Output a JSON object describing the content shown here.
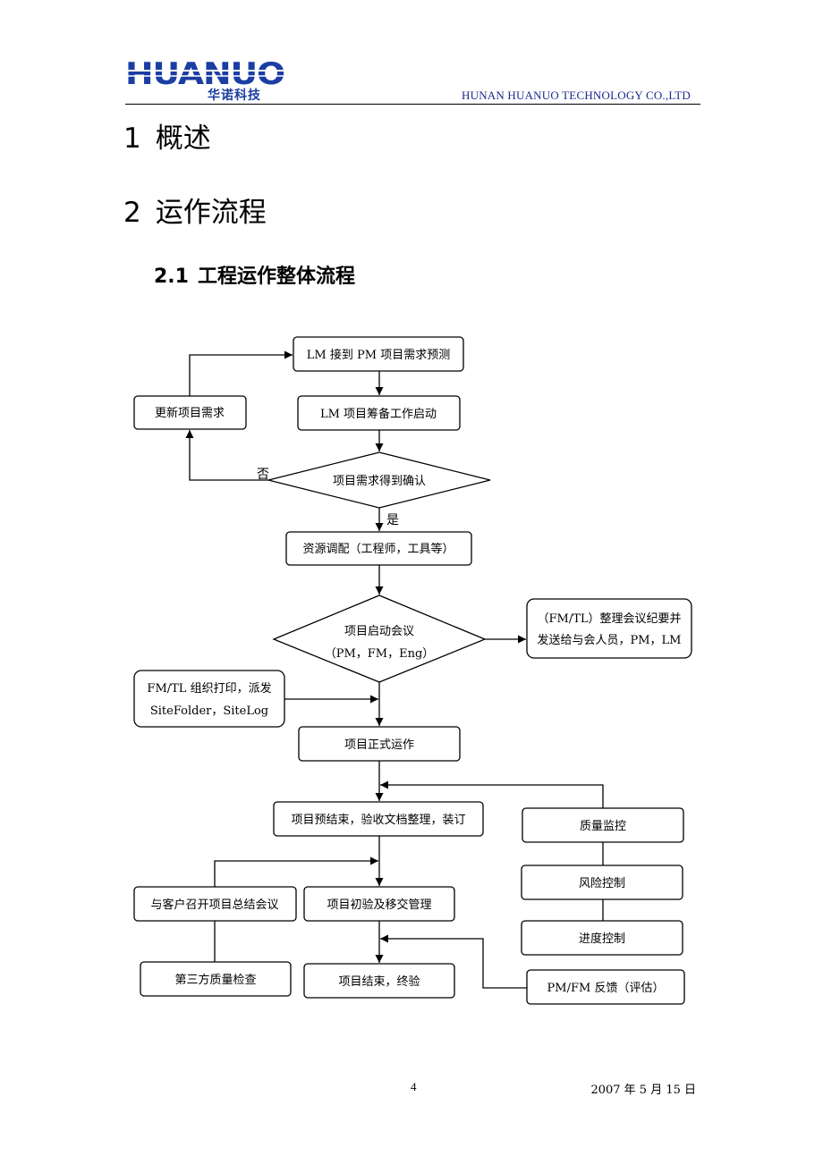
{
  "header": {
    "logo_text": "HUANUO",
    "logo_subtext": "华诺科技",
    "company": "HUNAN HUANUO TECHNOLOGY CO.,LTD"
  },
  "sections": [
    {
      "num": "1",
      "title": "概述"
    },
    {
      "num": "2",
      "title": "运作流程"
    }
  ],
  "subsection": {
    "num": "2.1",
    "title": "工程运作整体流程"
  },
  "flowchart": {
    "n_lm_receive": "LM 接到 PM 项目需求预测",
    "n_update": "更新项目需求",
    "n_prepare": "LM 项目筹备工作启动",
    "n_confirm": "项目需求得到确认",
    "label_no": "否",
    "label_yes": "是",
    "n_resource": "资源调配（工程师，工具等）",
    "n_kickoff_1": "项目启动会议",
    "n_kickoff_2": "（PM，FM，Eng）",
    "n_minutes_1": "（FM/TL）整理会议纪要并",
    "n_minutes_2": "发送给与会人员，PM，LM",
    "n_print_1": "FM/TL 组织打印，派发",
    "n_print_2": "SiteFolder，SiteLog",
    "n_operate": "项目正式运作",
    "n_pre_end": "项目预结束，验收文档整理，装订",
    "n_quality": "质量监控",
    "n_risk": "风险控制",
    "n_progress": "进度控制",
    "n_summary": "与客户召开项目总结会议",
    "n_handover": "项目初验及移交管理",
    "n_third": "第三方质量检查",
    "n_end": "项目结束，终验",
    "n_feedback": "PM/FM 反馈（评估）"
  },
  "footer": {
    "page": "4",
    "date": "2007 年 5 月 15 日"
  }
}
